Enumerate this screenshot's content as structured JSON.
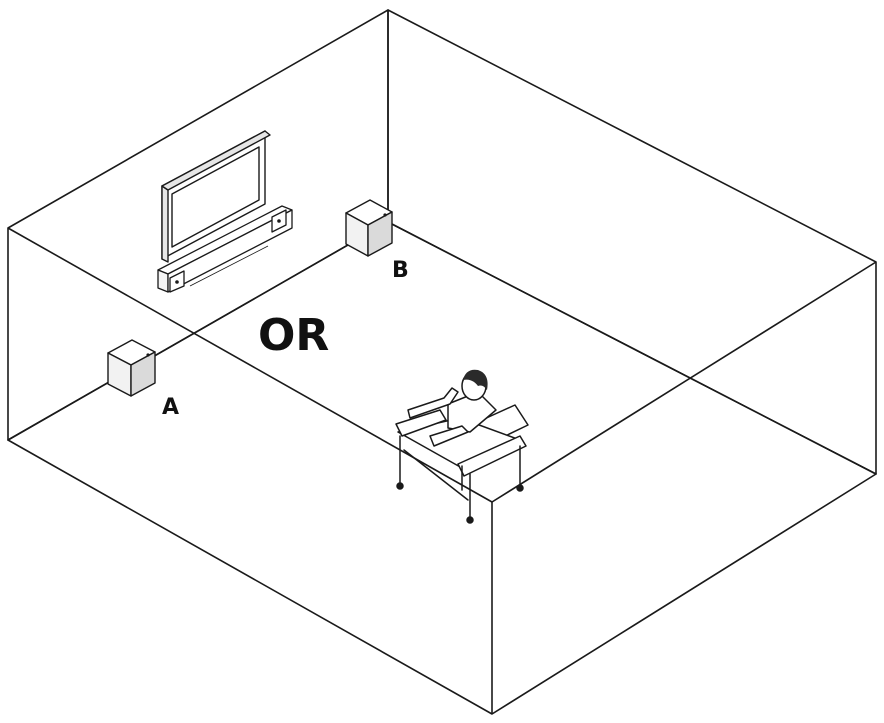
{
  "labels": {
    "position_a": "A",
    "position_b": "B",
    "or_text": "OR"
  },
  "colors": {
    "line": "#1a1a1a",
    "fill": "#ffffff",
    "tv_frame": "#e6e6e6",
    "subwoofer_front": "#f2f2f2",
    "subwoofer_side": "#dadada",
    "hair": "#2a2a2a"
  }
}
